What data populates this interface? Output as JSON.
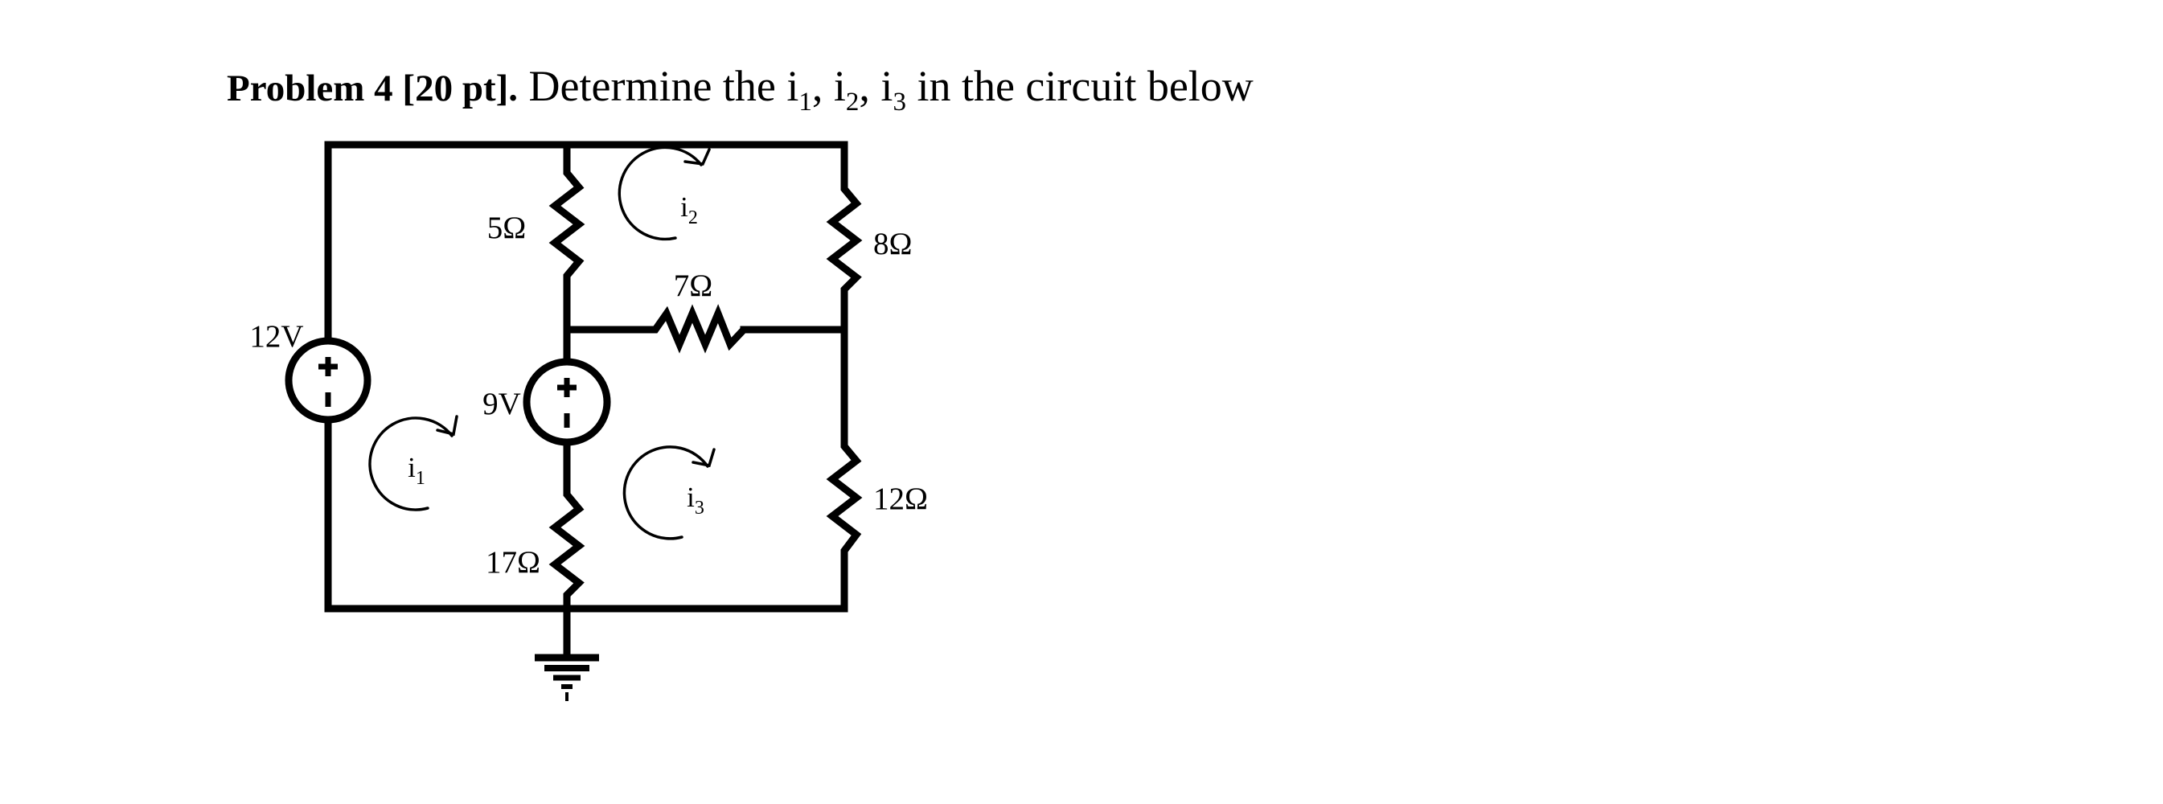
{
  "problem": {
    "label": "Problem 4 [20 pt].",
    "text_before": "Determine the i",
    "sub1": "1",
    "sep1": ", i",
    "sub2": "2",
    "sep2": ", i",
    "sub3": "3",
    "text_after": " in the circuit below"
  },
  "circuit": {
    "sources": {
      "v12": {
        "label": "12V"
      },
      "v9": {
        "label": "9V"
      }
    },
    "resistors": {
      "r5": {
        "label": "5Ω"
      },
      "r7": {
        "label": "7Ω"
      },
      "r8": {
        "label": "8Ω"
      },
      "r12": {
        "label": "12Ω"
      },
      "r17": {
        "label": "17Ω"
      }
    },
    "loops": {
      "i1": {
        "main": "i",
        "sub": "1"
      },
      "i2": {
        "main": "i",
        "sub": "2"
      },
      "i3": {
        "main": "i",
        "sub": "3"
      }
    },
    "line_color": "#000000"
  }
}
